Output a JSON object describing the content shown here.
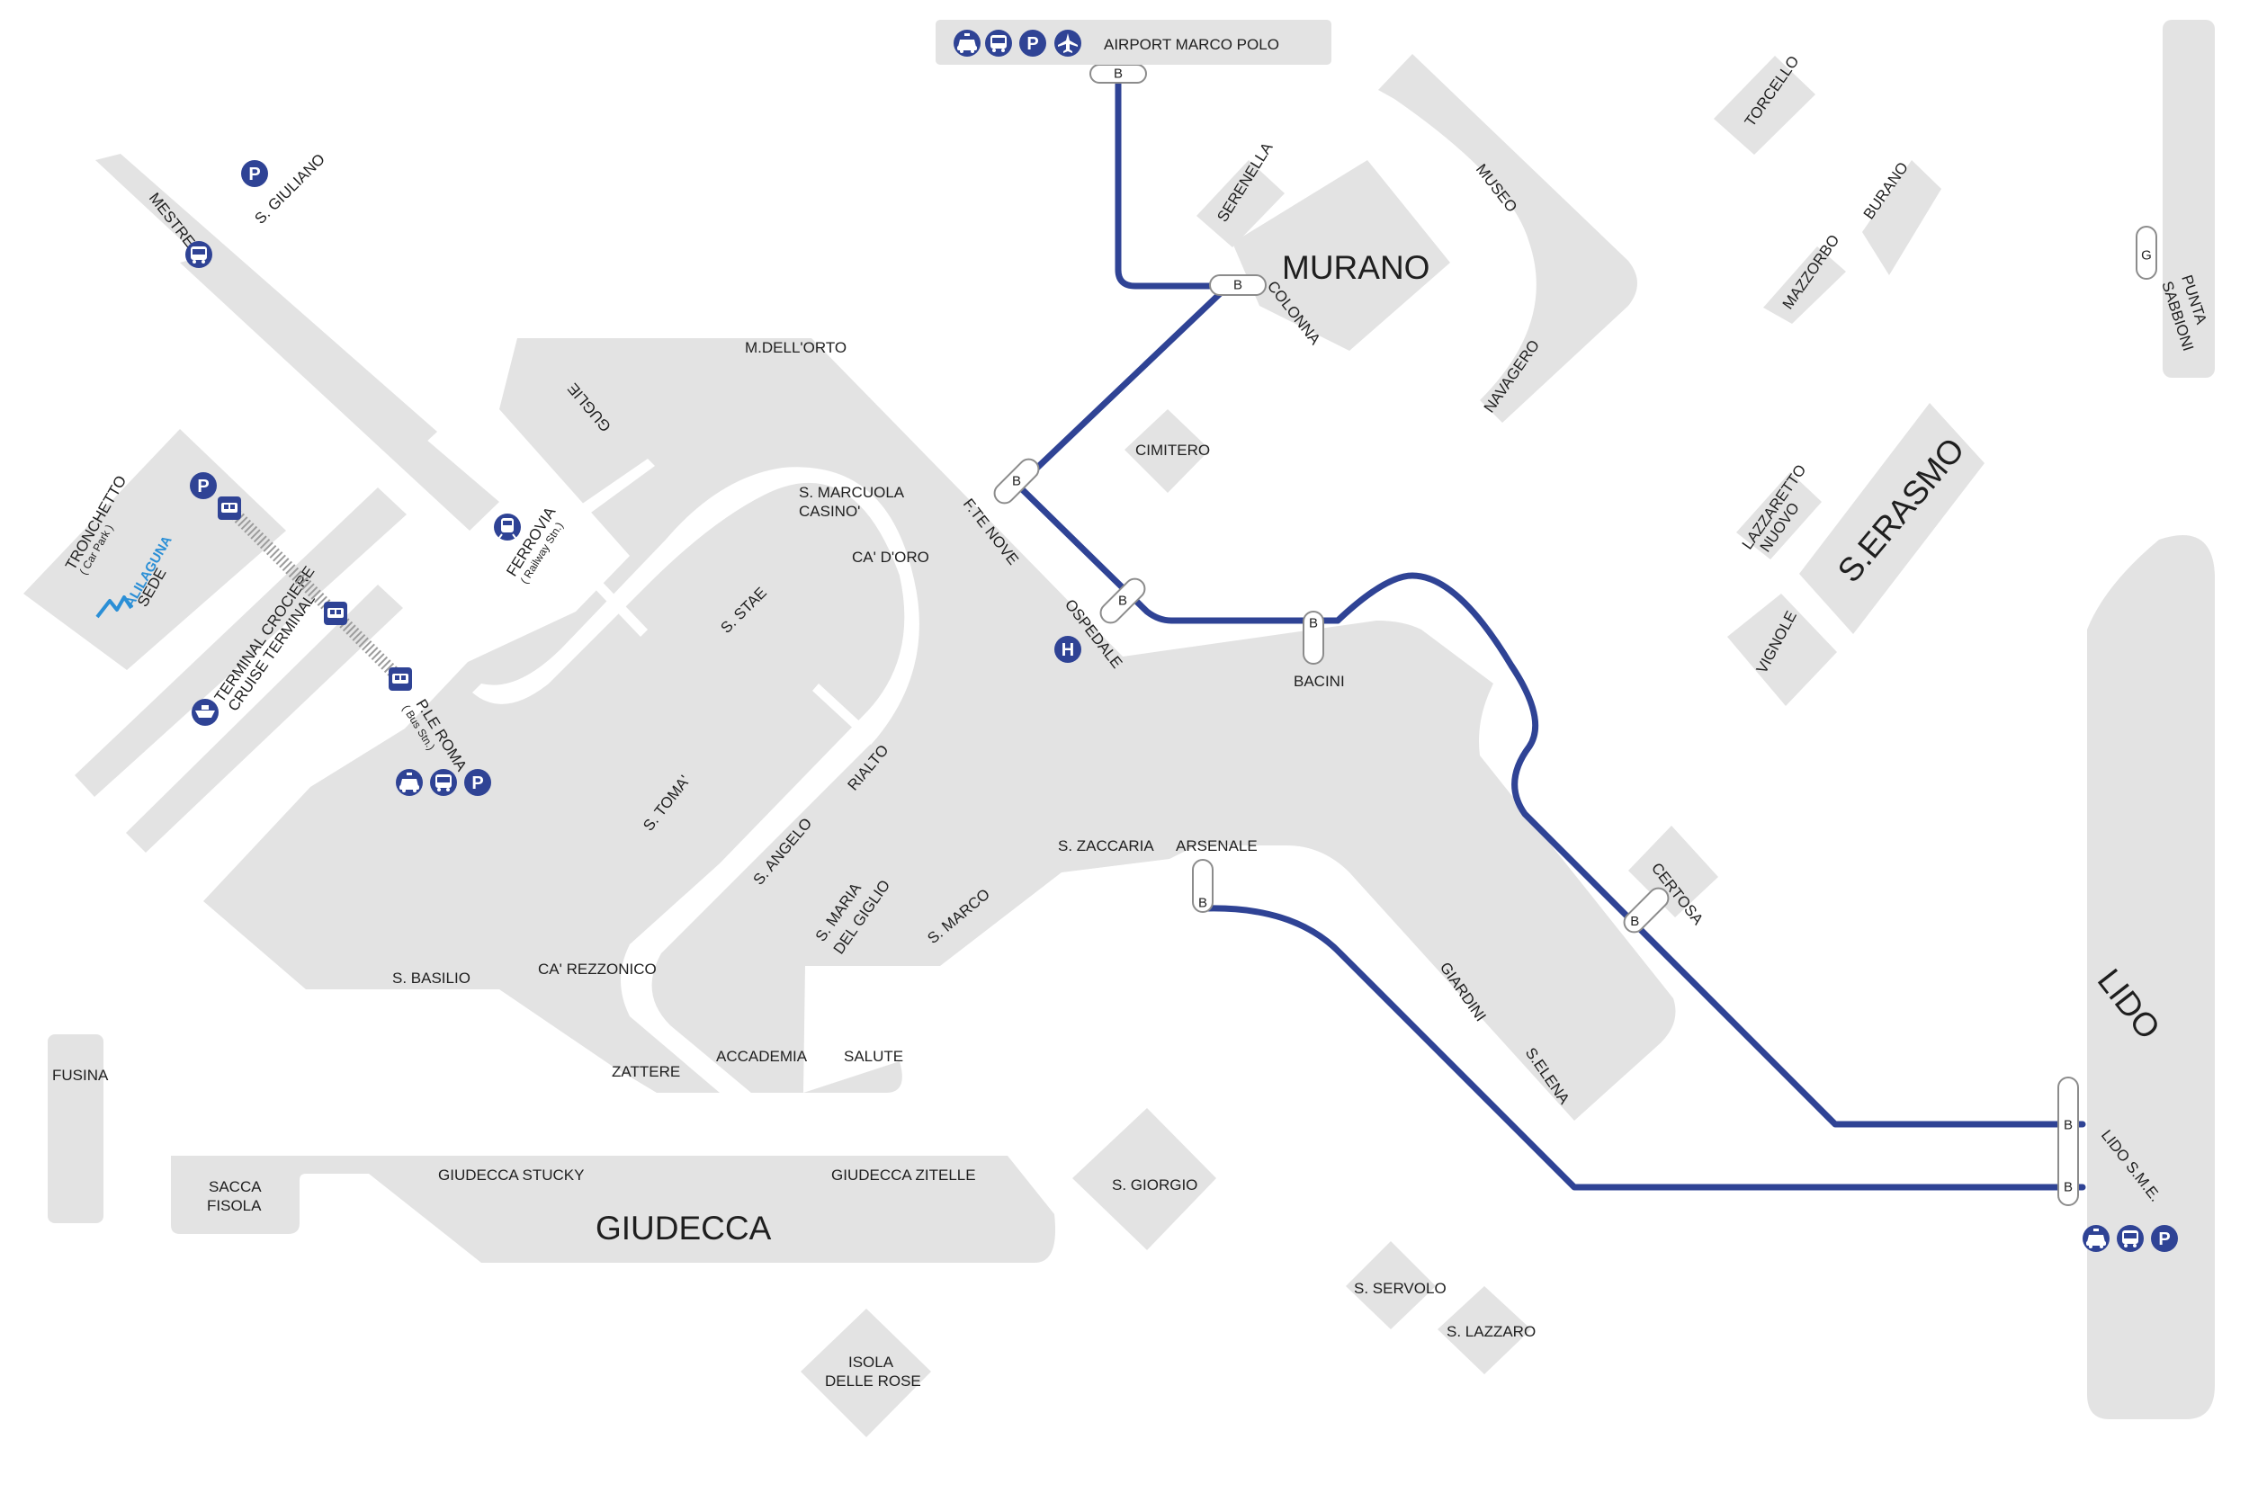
{
  "map": {
    "airport": {
      "label": "AIRPORT MARCO POLO"
    },
    "line_letters": {
      "b": "B",
      "g": "G"
    },
    "islands_big": {
      "murano": "MURANO",
      "giudecca": "GIUDECCA",
      "serasmo": "S.ERASMO",
      "lido": "LIDO"
    },
    "stops": {
      "colonna": "COLONNA",
      "fte_nove": "F.TE NOVE",
      "ospedale": "OSPEDALE",
      "bacini": "BACINI",
      "certosa": "CERTOSA",
      "arsenale": "ARSENALE",
      "lido_sme": "LIDO S.M.E.",
      "punta_sabbioni_1": "PUNTA",
      "punta_sabbioni_2": "SABBIONI"
    },
    "places": {
      "mestre": "MESTRE",
      "s_giuliano": "S. GIULIANO",
      "tronchetto": "TRONCHETTO",
      "car_park": "( Car Park )",
      "sede": "SEDE",
      "brand": "ALILAGUNA",
      "terminal_crociere": "TERMINAL CROCIERE",
      "cruise_terminal": "CRUISE TERMINAL",
      "p_le_roma": "P.LE ROMA",
      "bus_stn": "( Bus Stn.)",
      "ferrovia": "FERROVIA",
      "railway_stn": "( Railway Stn.)",
      "guglie": "GUGLIE",
      "m_dell_orto": "M.DELL'ORTO",
      "s_marcuola": "S. MARCUOLA",
      "casino": "CASINO'",
      "ca_doro": "CA' D'ORO",
      "s_stae": "S. STAE",
      "s_toma": "S. TOMA'",
      "rialto": "RIALTO",
      "s_angelo": "S. ANGELO",
      "s_maria_1": "S. MARIA",
      "s_maria_2": "DEL GIGLIO",
      "s_marco": "S. MARCO",
      "s_zaccaria": "S. ZACCARIA",
      "s_basilio": "S. BASILIO",
      "ca_rezzonico": "CA' REZZONICO",
      "zattere": "ZATTERE",
      "accademia": "ACCADEMIA",
      "salute": "SALUTE",
      "fusina": "FUSINA",
      "sacca_1": "SACCA",
      "sacca_2": "FISOLA",
      "giudecca_stucky": "GIUDECCA STUCKY",
      "giudecca_zitelle": "GIUDECCA ZITELLE",
      "s_giorgio": "S. GIORGIO",
      "s_servolo": "S. SERVOLO",
      "s_lazzaro": "S. LAZZARO",
      "isola_1": "ISOLA",
      "isola_2": "DELLE ROSE",
      "giardini": "GIARDINI",
      "s_elena": "S.ELENA",
      "cimitero": "CIMITERO",
      "serenella": "SERENELLA",
      "museo": "MUSEO",
      "navagero": "NAVAGERO",
      "torcello": "TORCELLO",
      "burano": "BURANO",
      "mazzorbo": "MAZZORBO",
      "lazzaretto_1": "LAZZARETTO",
      "lazzaretto_2": "NUOVO",
      "vignole": "VIGNOLE"
    },
    "icons": {
      "parking": "P",
      "hospital": "H",
      "taxi": "TAXI"
    },
    "colors": {
      "route": "#2f4395",
      "land": "#e3e3e3",
      "brand": "#2b8fd6"
    }
  }
}
